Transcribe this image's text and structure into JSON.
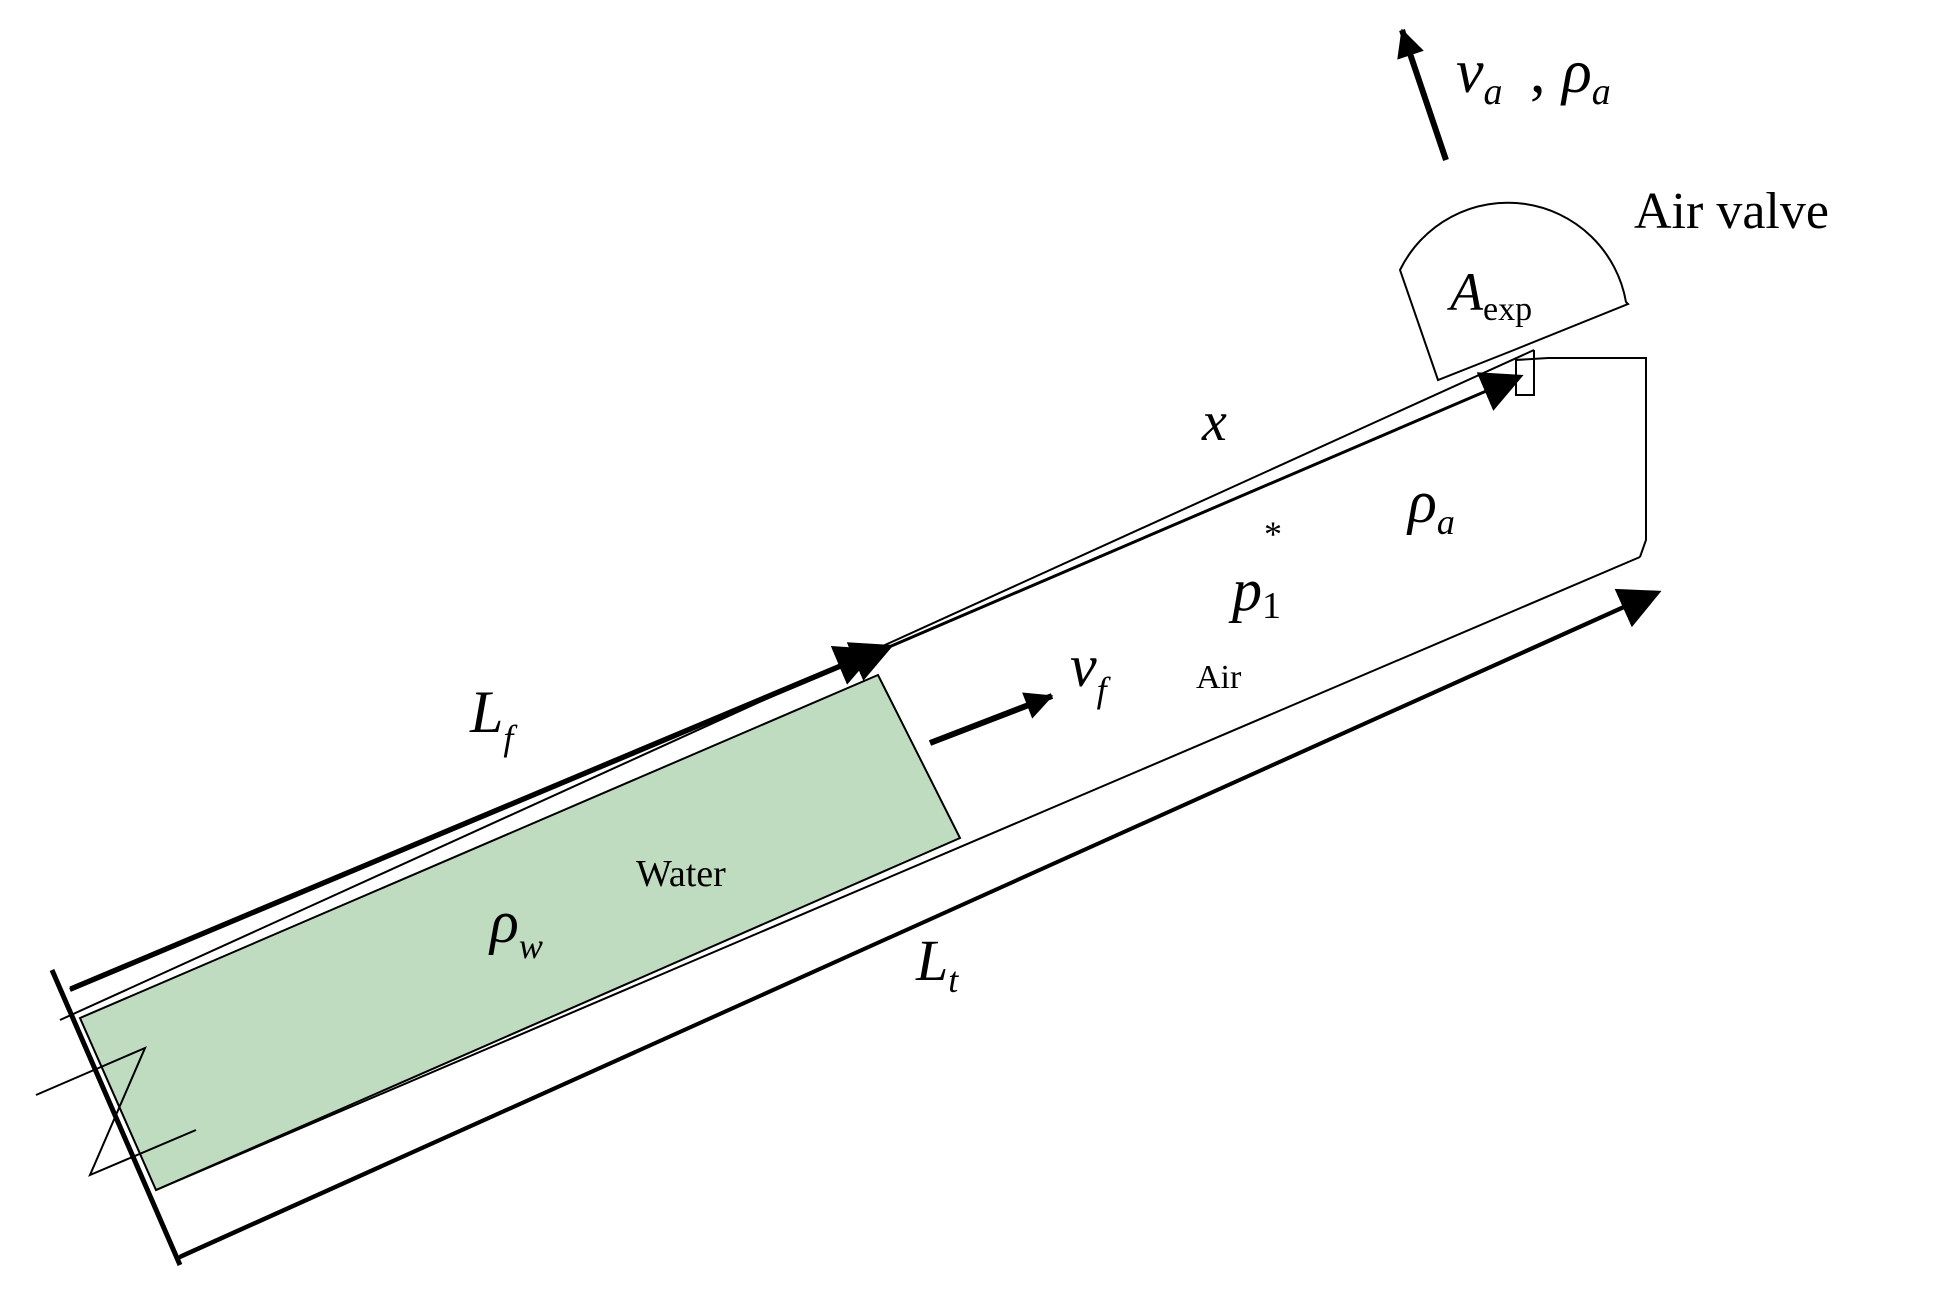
{
  "colors": {
    "water_fill": "#c0dcc0",
    "line": "#000000",
    "background": "#ffffff"
  },
  "labels": {
    "valve_velocity": {
      "base": "v",
      "sub": "a"
    },
    "valve_velocity_sep": ",",
    "valve_density": {
      "base": "ρ",
      "sub": "a"
    },
    "air_valve": "Air valve",
    "valve_area": {
      "base": "A",
      "sub": "exp"
    },
    "x": "x",
    "air_density": {
      "base": "ρ",
      "sub": "a"
    },
    "pressure": {
      "base": "p",
      "sub": "1",
      "sup": "*"
    },
    "front_velocity": {
      "base": "v",
      "sub": "f"
    },
    "air_text": "Air",
    "fill_length": {
      "base": "L",
      "sub": "f"
    },
    "water_text": "Water",
    "water_density": {
      "base": "ρ",
      "sub": "w"
    },
    "total_length": {
      "base": "L",
      "sub": "t"
    }
  },
  "icons": {
    "flow_arrow": "arrow-icon",
    "outflow_arrow": "arrow-icon",
    "dimension_arrow": "arrowhead-icon",
    "air_valve": "air-valve-icon",
    "closed_valve": "valve-icon"
  }
}
